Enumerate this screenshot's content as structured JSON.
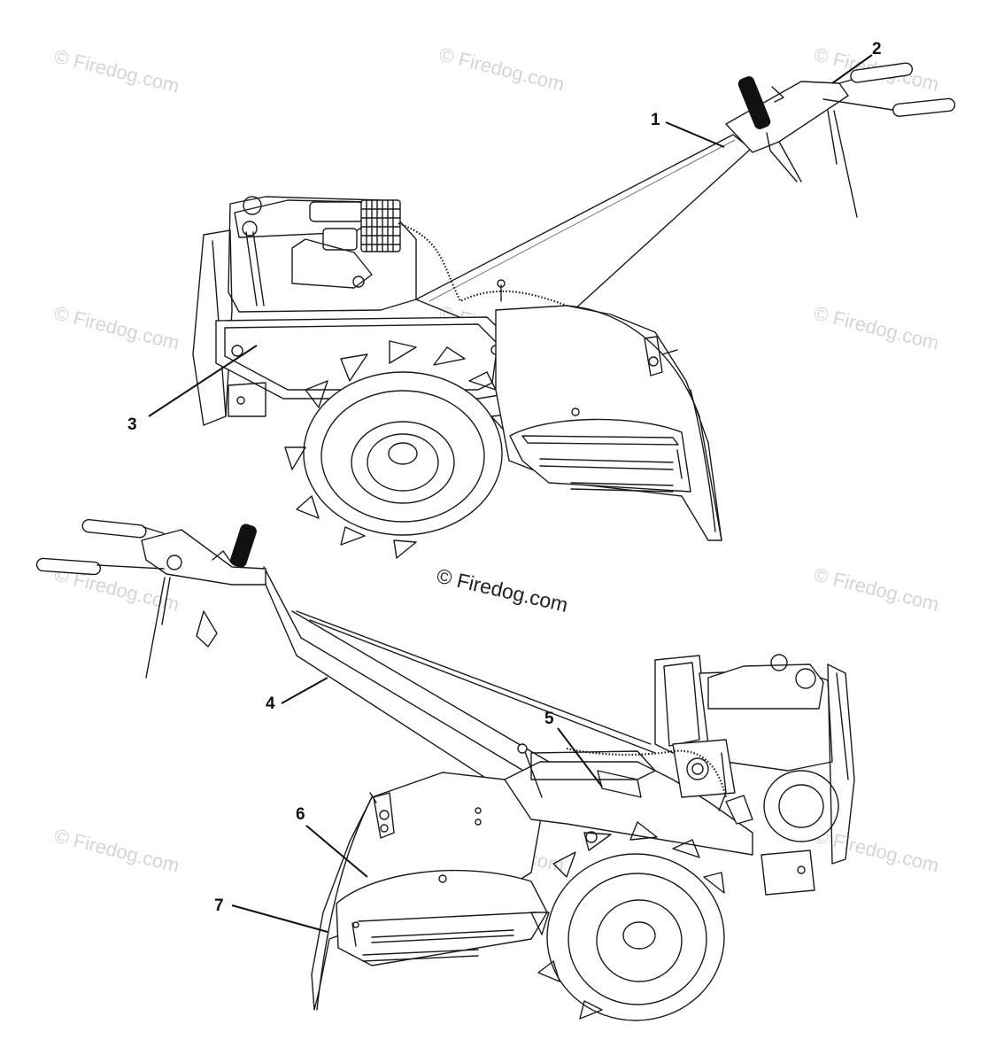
{
  "watermark": "© Firedog.com",
  "copyright": "© Firedog.com",
  "callouts": [
    "1",
    "2",
    "3",
    "4",
    "5",
    "6",
    "7"
  ]
}
